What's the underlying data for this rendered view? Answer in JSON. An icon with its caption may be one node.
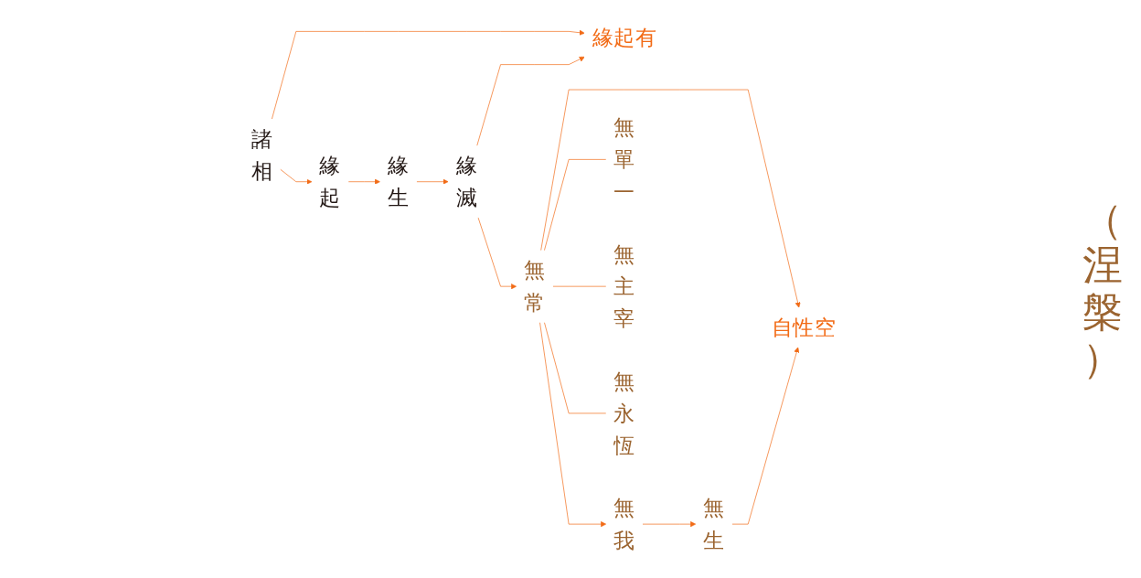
{
  "diagram": {
    "nodes": [
      {
        "text": [
          "緣起有"
        ]
      },
      {
        "text": [
          "自性空"
        ]
      },
      {
        "text": [
          "諸相"
        ]
      },
      {
        "text": [
          "緣起"
        ]
      },
      {
        "text": [
          "緣生"
        ]
      },
      {
        "text": [
          "緣滅"
        ]
      },
      {
        "text": [
          "無常"
        ]
      },
      {
        "text": [
          "無我"
        ]
      },
      {
        "text": [
          "無生"
        ]
      },
      {
        "text": [
          "無單一"
        ]
      },
      {
        "text": [
          "無主宰"
        ]
      },
      {
        "text": [
          "無永恆"
        ]
      }
    ],
    "edges": [
      {
        "from": 2,
        "to": 3,
        "arrow": "to"
      },
      {
        "from": 3,
        "to": 4,
        "arrow": "to"
      },
      {
        "from": 4,
        "to": 5,
        "arrow": "to"
      },
      {
        "from": 5,
        "to": 6,
        "arrow": "to"
      },
      {
        "from": 6,
        "to": 7,
        "arrow": "to"
      },
      {
        "from": 7,
        "to": 8,
        "arrow": "to"
      },
      {
        "from": 2,
        "to": 0,
        "arrow": "to"
      },
      {
        "from": 5,
        "to": 0,
        "arrow": "to"
      },
      {
        "from": 6,
        "to": 1,
        "arrow": "to"
      },
      {
        "from": 8,
        "to": 1,
        "arrow": "to"
      },
      {
        "from": 6,
        "to": 9,
        "arrow": "none"
      },
      {
        "from": 6,
        "to": 10,
        "arrow": "none"
      },
      {
        "from": 6,
        "to": 11,
        "arrow": "none"
      }
    ],
    "labels": [
      "（涅槃）"
    ]
  }
}
